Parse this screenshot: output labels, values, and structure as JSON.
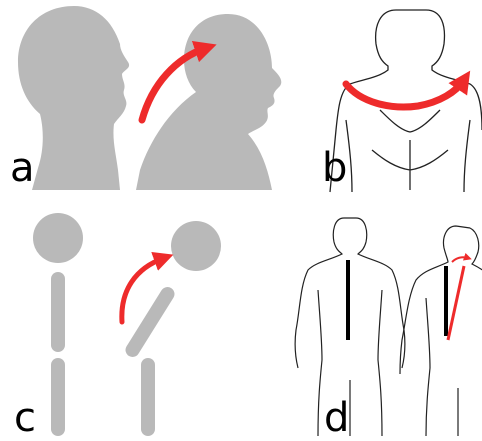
{
  "panels": [
    {
      "label": "a",
      "icon": "head-forward-posture-icon"
    },
    {
      "label": "b",
      "icon": "shoulder-rounding-icon"
    },
    {
      "label": "c",
      "icon": "spine-stick-figure-icon"
    },
    {
      "label": "d",
      "icon": "back-spine-alignment-icon"
    }
  ],
  "colors": {
    "silhouette": "#b9b9b9",
    "arrow": "#ee2b2b",
    "outline": "#222222",
    "spine": "#000000"
  }
}
